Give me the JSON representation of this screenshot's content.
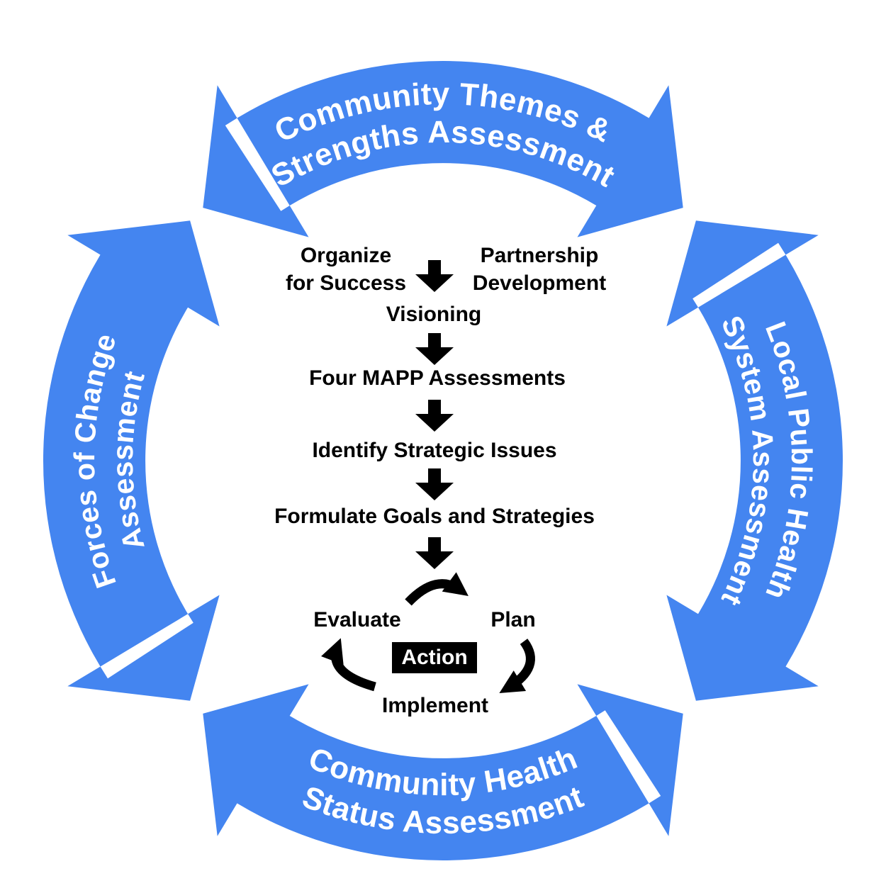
{
  "bands": {
    "top": {
      "line1": "Community Themes &",
      "line2": "Strengths Assessment"
    },
    "right": {
      "line1": "Local Public Health",
      "line2": "System Assessment"
    },
    "bottom": {
      "line1": "Community Health",
      "line2": "Status Assessment"
    },
    "left": {
      "line1": "Forces of Change",
      "line2": "Assessment"
    }
  },
  "center_flow": {
    "organize": {
      "line1": "Organize",
      "line2": "for Success"
    },
    "partnership": {
      "line1": "Partnership",
      "line2": "Development"
    },
    "visioning": "Visioning",
    "four_mapp": "Four MAPP Assessments",
    "identify": "Identify Strategic Issues",
    "formulate": "Formulate Goals and Strategies",
    "cycle": {
      "evaluate": "Evaluate",
      "plan": "Plan",
      "action": "Action",
      "implement": "Implement"
    }
  },
  "colors": {
    "band_blue": "#4485F0",
    "ink_black": "#000000",
    "action_bg": "#000000",
    "action_text": "#FFFFFF",
    "background": "#FFFFFF"
  }
}
